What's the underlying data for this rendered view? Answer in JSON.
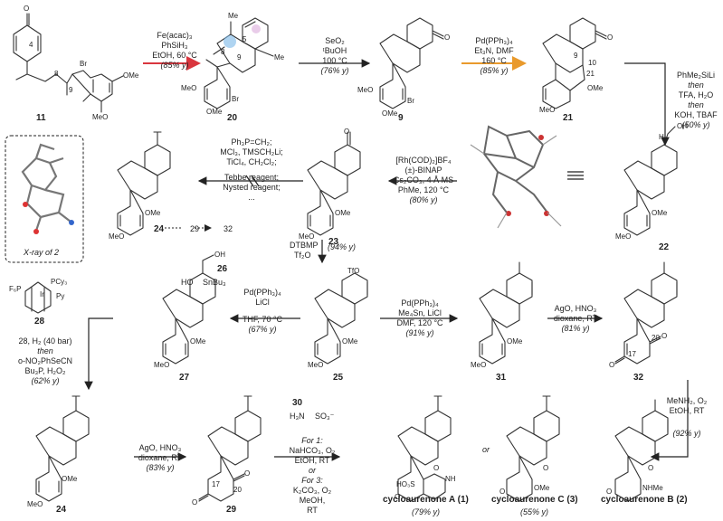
{
  "compounds": {
    "c11": "11",
    "c20": "20",
    "c9": "9",
    "c21": "21",
    "c22": "22",
    "c23": "23",
    "c24a": "24",
    "c29a": "29",
    "c32a": "32",
    "c28": "28",
    "c27": "27",
    "c25": "25",
    "c31": "31",
    "c32": "32",
    "c24b": "24",
    "c29b": "29",
    "c1": "cycloaurenone A (1)",
    "c3": "cycloaurenone C (3)",
    "c2": "cycloaurenone B (2)",
    "c26": "26",
    "c30": "30"
  },
  "steps": {
    "s1": [
      "Fe(acac)₃",
      "PhSiH₃",
      "EtOH, 60 °C",
      "(85% y)"
    ],
    "s2": [
      "SeO₂",
      "ᵗBuOH",
      "100 °C",
      "(76% y)"
    ],
    "s3": [
      "Pd(PPh₃)₄",
      "Et₃N, DMF",
      "160 °C",
      "(85% y)"
    ],
    "s4": [
      "PhMe₂SiLi",
      "then",
      "TFA, H₂O",
      "then",
      "KOH, TBAF",
      "(50% y)"
    ],
    "s5": [
      "[Rh(COD)₂]BF₄",
      "(±)-BINAP",
      "Cs₂CO₃, 4 Å MS",
      "PhMe, 120 °C",
      "(80% y)"
    ],
    "s6": [
      "Ph₃P=CH₂;",
      "MCl₃, TMSCH₂Li;",
      "TiCl₄, CH₂Cl₂;",
      "Tebbe reagent;",
      "Nysted reagent;",
      "..."
    ],
    "s7": [
      "DTBMP",
      "Tf₂O",
      "(94% y)"
    ],
    "s8": [
      "Pd(PPh₃)₄",
      "LiCl",
      "THF, 70 °C",
      "(67% y)"
    ],
    "s9": [
      "Pd(PPh₃)₄",
      "Me₄Sn, LiCl",
      "DMF, 120 °C",
      "(91% y)"
    ],
    "s10": [
      "AgO, HNO₃",
      "dioxane, RT",
      "(81% y)"
    ],
    "s11": [
      "28, H₂ (40 bar)",
      "then",
      "o-NO₂PhSeCN",
      "Bu₃P, H₂O₂",
      "(62% y)"
    ],
    "s12": [
      "AgO, HNO₃",
      "dioxane, RT",
      "(83% y)"
    ],
    "s13": [
      "For 1:",
      "NaHCO₃, O₂",
      "EtOH, RT",
      "or",
      "For 3:",
      "K₂CO₃, O₂",
      "MeOH,",
      "RT"
    ],
    "s14": [
      "MeNH₂, O₂",
      "EtOH, RT",
      "(92% y)"
    ]
  },
  "yields": {
    "y1": "(79% y)",
    "y3": "(55% y)"
  },
  "labels": {
    "xray": "X-ray of 2",
    "or": "or",
    "sub1": "SnBu₃",
    "sub2": "HO",
    "sub3": "SO₃⁻",
    "sub4": "H₃N"
  },
  "atoms": {
    "OMe": "OMe",
    "MeO": "MeO",
    "Br": "Br",
    "O": "O",
    "OH": "OH",
    "H": "H",
    "TfO": "TfO",
    "Me": "Me",
    "NH": "NH",
    "NHMe": "NHMe",
    "HO3S": "HO₃S",
    "F6P": "F₆P",
    "PCy3": "PCy₃",
    "Ir": "Ir",
    "Py": "Py",
    "n4": "4",
    "n5": "5",
    "n8": "8",
    "n9": "9",
    "n10": "10",
    "n17": "17",
    "n20": "20",
    "n21": "21"
  }
}
